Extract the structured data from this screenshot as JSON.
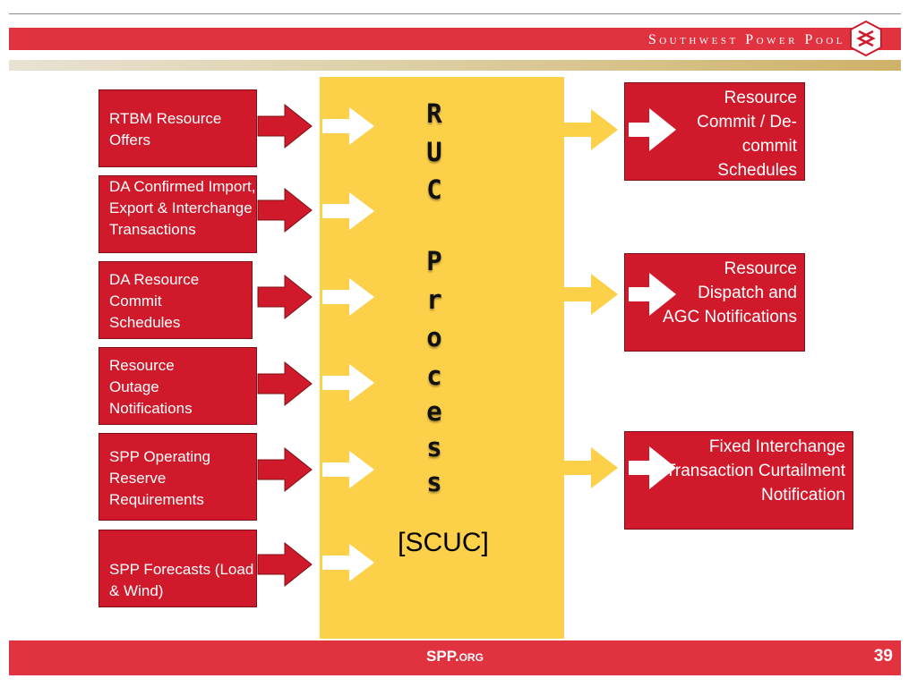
{
  "header": {
    "brand": "Southwest Power Pool"
  },
  "inputs": [
    {
      "label": "RTBM Resource Offers"
    },
    {
      "label": "DA Confirmed Import, Export & Interchange Transactions"
    },
    {
      "label": "DA Resource Commit Schedules"
    },
    {
      "label": "Resource Outage Notifications"
    },
    {
      "label": "SPP Operating Reserve Requirements"
    },
    {
      "label": "SPP Forecasts (Load & Wind)"
    }
  ],
  "process": {
    "letters": [
      "R",
      "U",
      "C",
      "P",
      "r",
      "o",
      "c",
      "e",
      "s",
      "s"
    ],
    "subtitle": "[SCUC]"
  },
  "outputs": [
    {
      "label": "Resource Commit / De-commit Schedules"
    },
    {
      "label": "Resource Dispatch and AGC Notifications"
    },
    {
      "label": "Fixed Interchange Transaction Curtailment Notification"
    }
  ],
  "footer": {
    "site": "SPP.org",
    "page_number": "39"
  },
  "colors": {
    "red": "#d0192b",
    "bar_red": "#e0323f",
    "yellow": "#fdd04a",
    "white": "#ffffff"
  }
}
